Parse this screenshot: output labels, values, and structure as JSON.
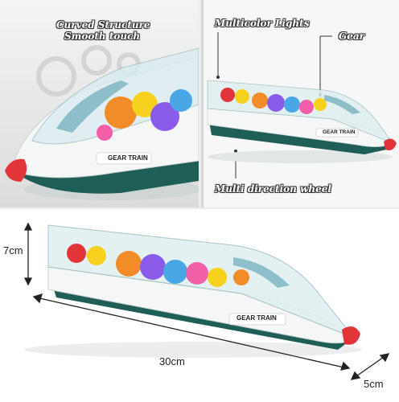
{
  "closeup": {
    "callout_line1": "Curved Structure",
    "callout_line2": "Smooth touch",
    "body_print": "GEAR TRAIN"
  },
  "side_view": {
    "callout_lights": "Multicolor Lights",
    "callout_gear": "Gear",
    "callout_wheel": "Multi direction wheel",
    "body_print": "GEAR TRAIN"
  },
  "dimensions": {
    "height": "7cm",
    "length": "30cm",
    "width": "5cm",
    "body_print": "GEAR TRAIN"
  },
  "colors": {
    "hull": "#1f5d57",
    "nose": "#e2353a",
    "gear_orange": "#f28c28",
    "gear_yellow": "#f6d21f",
    "gear_purple": "#8a5be8",
    "gear_blue": "#49a7e6",
    "gear_pink": "#f25fa8"
  }
}
